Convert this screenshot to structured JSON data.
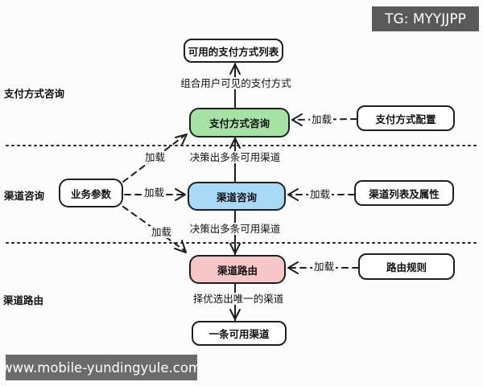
{
  "badges": {
    "tg": "TG: MYYJJPP",
    "site": "www.mobile-yundingyule.com"
  },
  "lanes": {
    "payment": "支付方式咨询",
    "channel": "渠道咨询",
    "route": "渠道路由"
  },
  "nodes": {
    "available_payment_list": "可用的支付方式列表",
    "payment_consult": "支付方式咨询",
    "payment_config": "支付方式配置",
    "biz_params": "业务参数",
    "channel_consult": "渠道咨询",
    "channel_list_attrs": "渠道列表及属性",
    "channel_route": "渠道路由",
    "route_rules": "路由规则",
    "single_channel": "一条可用渠道"
  },
  "edge_labels": {
    "combine_visible": "组合用户可见的支付方式",
    "decide_channels_upper": "决策出多条可用渠道",
    "decide_channels_lower": "决策出多条可用渠道",
    "pick_best": "择优选出唯一的渠道",
    "load": "加载"
  },
  "colors": {
    "payment_consult_fill": "#a5e3a5",
    "channel_consult_fill": "#a8d9f7",
    "channel_route_fill": "#f7c6c6",
    "tg_badge_bg": "#595959",
    "site_badge_bg": "#6b6b6b",
    "stroke": "#1f1f1f",
    "background": "#fcfcfc"
  }
}
